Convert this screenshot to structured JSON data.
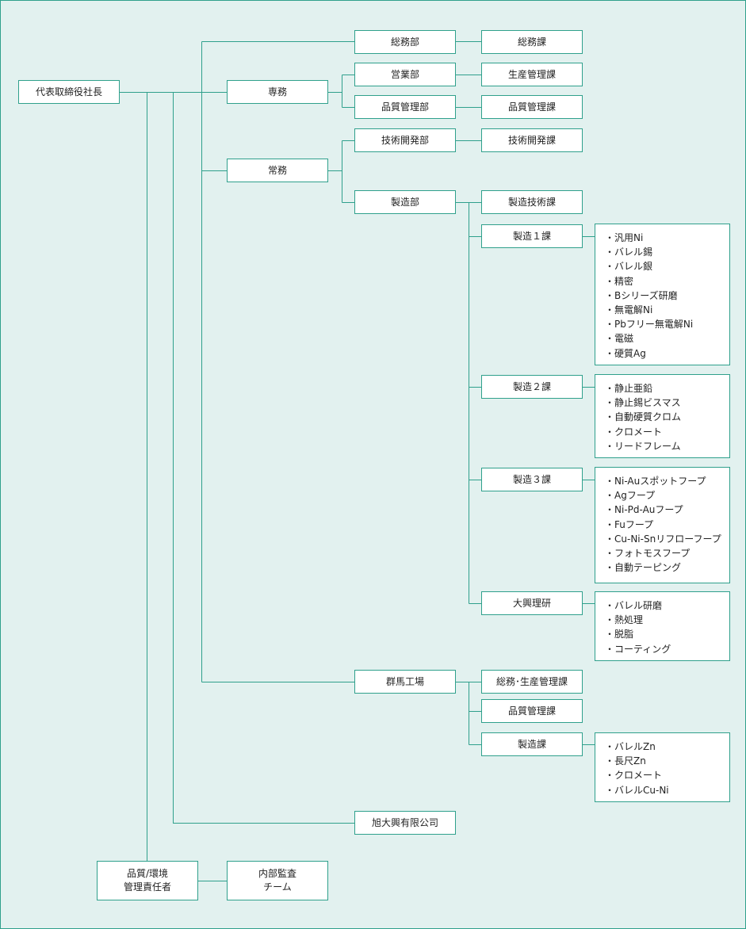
{
  "nodes": {
    "ceo": "代表取締役社長",
    "senmu": "専務",
    "jomu": "常務",
    "somubu": "総務部",
    "somuka": "総務課",
    "eigyobu": "営業部",
    "seisan_kanri": "生産管理課",
    "hinshitsu_bu": "品質管理部",
    "hinshitsu_ka": "品質管理課",
    "gijutsu_bu": "技術開発部",
    "gijutsu_ka": "技術開発課",
    "seizobu": "製造部",
    "seizo_gijutsu": "製造技術課",
    "seizo1": "製造１課",
    "seizo2": "製造２課",
    "seizo3": "製造３課",
    "daikou": "大興理研",
    "gunma": "群馬工場",
    "g_somu": "総務･生産管理課",
    "g_hinshitsu": "品質管理課",
    "g_seizo": "製造課",
    "asahi": "旭大興有限公司",
    "quality": "品質/環境\n管理責任者",
    "audit": "内部監査\nチーム"
  },
  "lists": {
    "seizo1": [
      "汎用Ni",
      "バレル錫",
      "バレル銀",
      "精密",
      "Bシリーズ研磨",
      "無電解Ni",
      "Pbフリー無電解Ni",
      "電磁",
      "硬質Ag"
    ],
    "seizo2": [
      "静止亜鉛",
      "静止錫ビスマス",
      "自動硬質クロム",
      "クロメート",
      "リードフレーム"
    ],
    "seizo3": [
      "Ni-Auスポットフープ",
      "Agフープ",
      "Ni-Pd-Auフープ",
      "Fuフープ",
      "Cu-Ni-Snリフローフープ",
      "フォトモスフープ",
      "自動テーピング"
    ],
    "daikou": [
      "バレル研磨",
      "熱処理",
      "脱脂",
      "コーティング"
    ],
    "g_seizo": [
      "バレルZn",
      "長尺Zn",
      "クロメート",
      "バレルCu-Ni"
    ]
  },
  "colors": {
    "line": "#2fa08c",
    "background": "#e2f1ef",
    "box": "#ffffff"
  }
}
